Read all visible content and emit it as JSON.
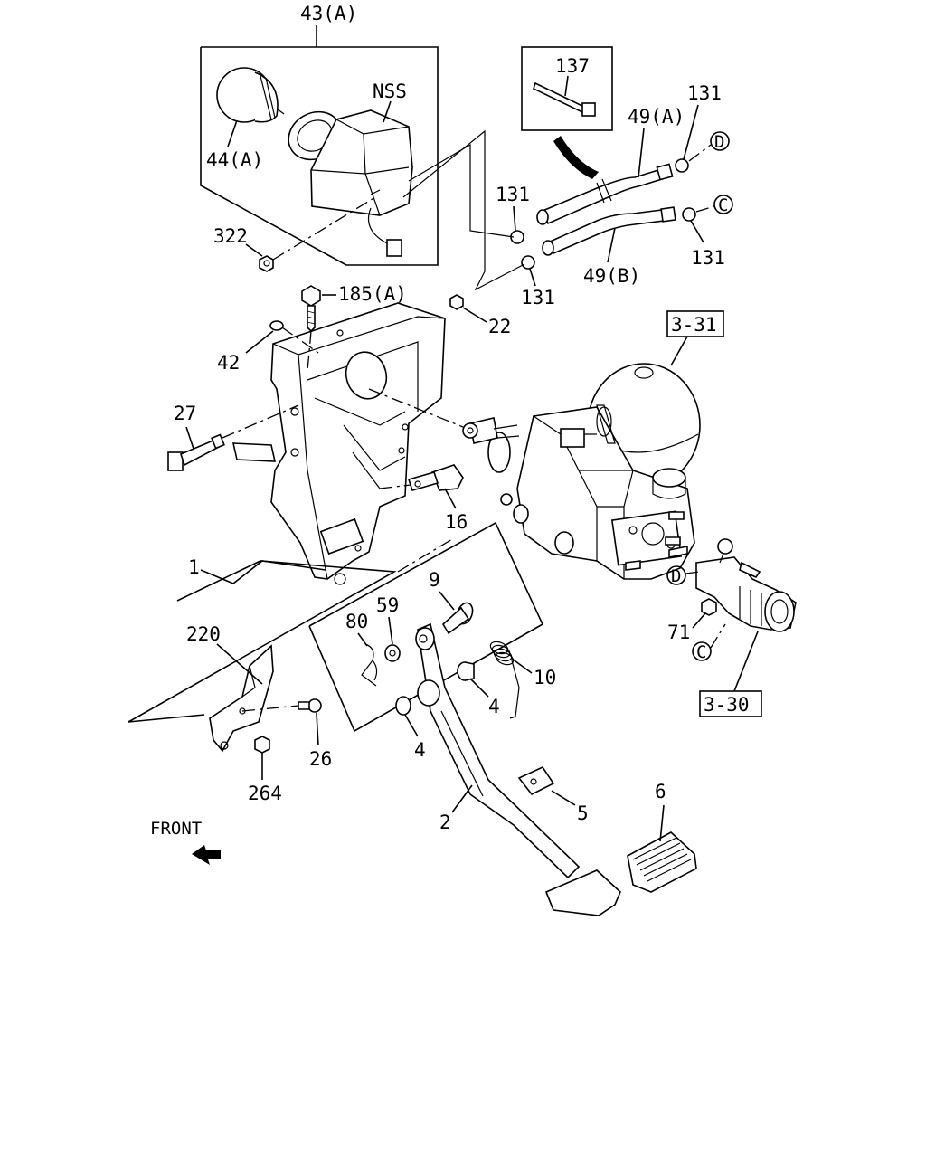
{
  "labels": {
    "l43a": "43(A)",
    "lnss": "NSS",
    "l44a": "44(A)",
    "l322": "322",
    "l137": "137",
    "l49a": "49(A)",
    "l49b": "49(B)",
    "l131a": "131",
    "l131b": "131",
    "l131c": "131",
    "l131d": "131",
    "l185a": "185(A)",
    "l22": "22",
    "l42": "42",
    "l27": "27",
    "l16": "16",
    "l1": "1",
    "l220": "220",
    "l9": "9",
    "l59": "59",
    "l80": "80",
    "l10": "10",
    "l4a": "4",
    "l4b": "4",
    "l26": "26",
    "l264": "264",
    "l2": "2",
    "l5": "5",
    "l6": "6",
    "l71": "71",
    "lfront": "FRONT",
    "ref331": "3-31",
    "ref330": "3-30",
    "circD1": "D",
    "circC1": "C",
    "circD2": "D",
    "circC2": "C"
  }
}
